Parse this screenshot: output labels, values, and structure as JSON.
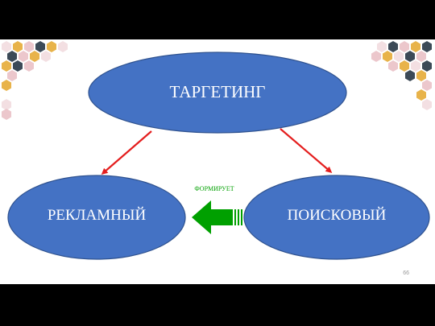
{
  "diagram": {
    "nodes": {
      "top": "ТАРГЕТИНГ",
      "left": "РЕКЛАМНЫЙ",
      "right": "ПОИСКОВЫЙ"
    },
    "relation_label": "ФОРМИРУЕТ"
  },
  "page_number": "66",
  "colors": {
    "ellipse_fill": "#4472c4",
    "ellipse_stroke": "#2f528f",
    "arrow_red": "#e41e1e",
    "arrow_green": "#00a000",
    "hex_gold": "#e8b34a",
    "hex_navy": "#3c4a57",
    "hex_pink": "#ecc7cc",
    "hex_light": "#f3dfe2"
  }
}
